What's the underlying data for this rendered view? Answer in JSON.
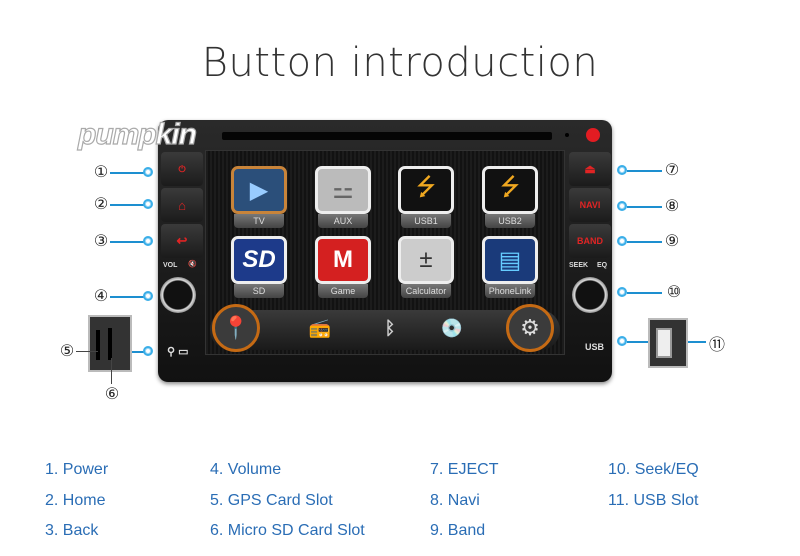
{
  "title": "Button introduction",
  "brand": "pumpkin",
  "device": {
    "left_labels": {
      "vol": "VOL",
      "mute": "🔇"
    },
    "right_labels": {
      "seek": "SEEK",
      "eq": "EQ",
      "navi": "NAVI",
      "band": "BAND",
      "usb": "USB"
    },
    "apps": [
      {
        "label": "TV",
        "icon": "▶"
      },
      {
        "label": "AUX",
        "icon": "⚍"
      },
      {
        "label": "USB1",
        "icon": "⭍"
      },
      {
        "label": "USB2",
        "icon": "⭍"
      },
      {
        "label": "SD",
        "icon": "SD"
      },
      {
        "label": "Game",
        "icon": "M"
      },
      {
        "label": "Calculator",
        "icon": "±"
      },
      {
        "label": "PhoneLink",
        "icon": "▤"
      }
    ],
    "dock": {
      "nav": "📍",
      "radio": "📻",
      "bluetooth": "ᛒ",
      "disc": "💿",
      "settings": "⚙"
    }
  },
  "callouts": [
    "①",
    "②",
    "③",
    "④",
    "⑤",
    "⑥",
    "⑦",
    "⑧",
    "⑨",
    "⑩",
    "⑪"
  ],
  "legend": [
    [
      "1. Power",
      "2. Home",
      "3. Back"
    ],
    [
      "4. Volume",
      "5. GPS Card Slot",
      "6. Micro SD Card Slot"
    ],
    [
      "7. EJECT",
      "8. Navi",
      "9. Band"
    ],
    [
      "10. Seek/EQ",
      "11. USB Slot"
    ]
  ],
  "colors": {
    "accent": "#1d8fd0",
    "legend": "#2a6db5",
    "button_red": "#e02424"
  }
}
